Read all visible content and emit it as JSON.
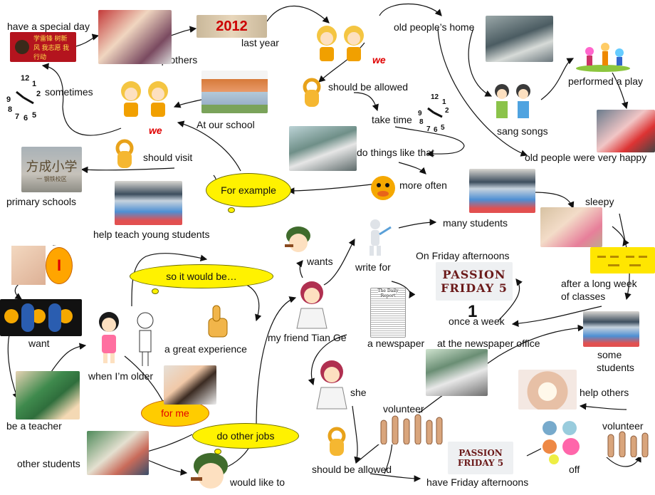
{
  "labels": {
    "have_special_day": "have a special day",
    "help_others_top": "help others",
    "last_year": "last year",
    "old_peoples_home": "old people’s home",
    "sometimes": "sometimes",
    "we_1": "we",
    "should_be_allowed_1": "should be allowed",
    "performed_a_play": "performed a play",
    "at_our_school": "At our school",
    "take_time": "take time",
    "sang_songs": "sang songs",
    "we_2": "we",
    "should_visit": "should visit",
    "do_things_like_that": "do things like that",
    "old_people_happy": "old people were very happy",
    "primary_schools": "primary schools",
    "for_example": "For example",
    "more_often": "more often",
    "sleepy": "sleepy",
    "help_teach": "help teach young students",
    "many_students": "many students",
    "i_label": "I",
    "so_it_would_be": "so it would be…",
    "wants": "wants",
    "write_for": "write for",
    "on_friday_afternoons": "On Friday afternoons",
    "after_long_week": "after a long week",
    "of_classes": "of classes",
    "one": "1",
    "once_a_week": "once a week",
    "want": "want",
    "great_experience": "a great experience",
    "my_friend": "my friend Tian Ge",
    "a_newspaper": "a newspaper",
    "newspaper_office": "at the newspaper office",
    "some": "some",
    "students_2": "students",
    "when_older": "when I’m older",
    "she": "she",
    "help_others_bottom": "help others",
    "be_a_teacher": "be a teacher",
    "for_me": "for me",
    "volunteer_1": "volunteer",
    "volunteer_2": "volunteer",
    "do_other_jobs": "do other jobs",
    "other_students": "other students",
    "should_be_allowed_2": "should be allowed",
    "off": "off",
    "would_like_to": "would like to",
    "have_friday_afternoons": "have Friday afternoons"
  },
  "images": {
    "banner_text": "学雷锋 树新风 我志愿 我行动",
    "year_2012": "2012",
    "school_sign": "方成小学",
    "school_sign_sub": "一 钢铁校区",
    "friday5_top": "PASSION FRIDAY 5",
    "friday5_bottom": "PASSION FRIDAY 5",
    "newspaper_masthead": "The Daily Report"
  },
  "colors": {
    "cloud": "#fff200",
    "oval": "#ffcc00",
    "accent_red": "#e00000"
  }
}
